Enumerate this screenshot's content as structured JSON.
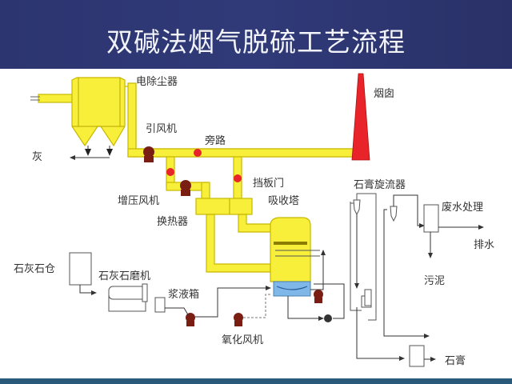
{
  "title": "双碱法烟气脱硫工艺流程",
  "labels": {
    "electrostatic_precipitator": "电除尘器",
    "chimney": "烟囱",
    "induced_fan": "引风机",
    "bypass": "旁路",
    "ash": "灰",
    "damper": "挡板门",
    "booster_fan": "增压风机",
    "absorber": "吸收塔",
    "heat_exchanger": "换热器",
    "gypsum_cyclone": "石膏旋流器",
    "wastewater_treatment": "废水处理",
    "drainage": "排水",
    "sludge": "污泥",
    "limestone_silo": "石灰石仓",
    "limestone_mill": "石灰石磨机",
    "slurry_tank": "浆液箱",
    "oxidation_fan": "氧化风机",
    "gypsum": "石膏"
  },
  "colors": {
    "header_bg": "#2e3773",
    "flue_duct": "#f7ef3a",
    "duct_edge": "#c9b800",
    "chimney": "#e8232a",
    "fan": "#7a1e14",
    "damper": "#e8232a",
    "slurry": "#7fb8e8"
  }
}
